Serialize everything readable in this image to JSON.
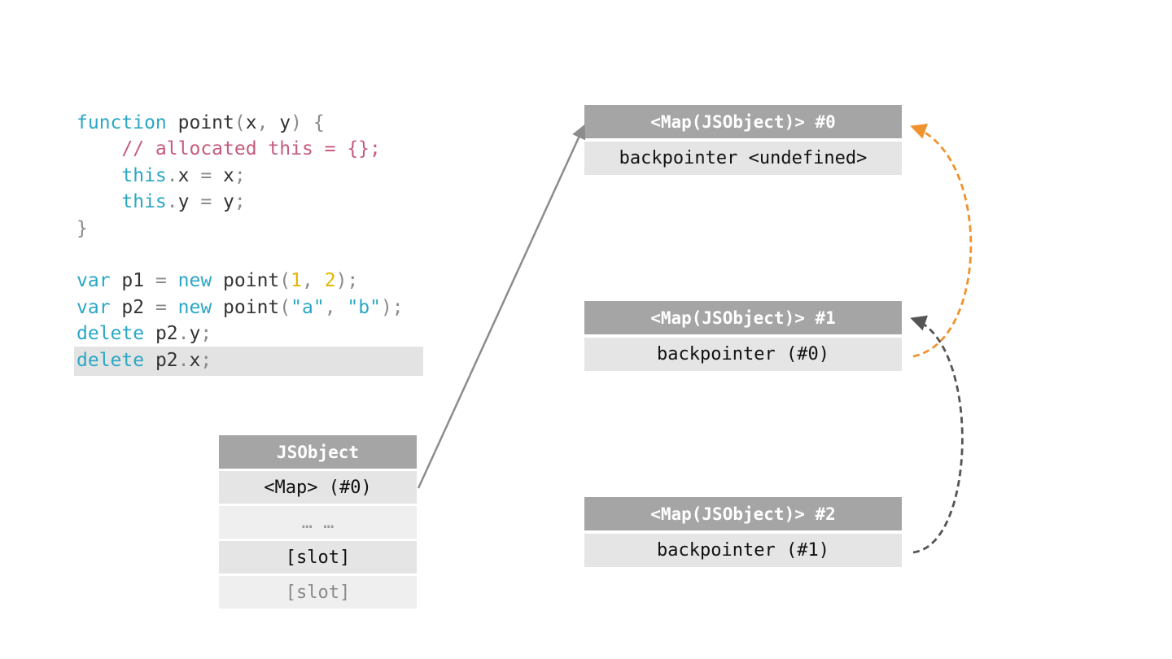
{
  "code": {
    "lines": [
      [
        {
          "t": "function",
          "c": "kw"
        },
        {
          "t": " point",
          "c": "txt"
        },
        {
          "t": "(",
          "c": "punc"
        },
        {
          "t": "x",
          "c": "txt"
        },
        {
          "t": ", ",
          "c": "punc"
        },
        {
          "t": "y",
          "c": "txt"
        },
        {
          "t": ") {",
          "c": "punc"
        }
      ],
      [
        {
          "t": "    // allocated this = {};",
          "c": "cmt"
        }
      ],
      [
        {
          "t": "    this",
          "c": "kw"
        },
        {
          "t": ".",
          "c": "punc"
        },
        {
          "t": "x",
          "c": "txt"
        },
        {
          "t": " = ",
          "c": "punc"
        },
        {
          "t": "x",
          "c": "txt"
        },
        {
          "t": ";",
          "c": "punc"
        }
      ],
      [
        {
          "t": "    this",
          "c": "kw"
        },
        {
          "t": ".",
          "c": "punc"
        },
        {
          "t": "y",
          "c": "txt"
        },
        {
          "t": " = ",
          "c": "punc"
        },
        {
          "t": "y",
          "c": "txt"
        },
        {
          "t": ";",
          "c": "punc"
        }
      ],
      [
        {
          "t": "}",
          "c": "punc"
        }
      ],
      [
        {
          "t": "",
          "c": "txt"
        }
      ],
      [
        {
          "t": "var",
          "c": "kw"
        },
        {
          "t": " p1 ",
          "c": "txt"
        },
        {
          "t": "= ",
          "c": "punc"
        },
        {
          "t": "new",
          "c": "kw"
        },
        {
          "t": " point",
          "c": "txt"
        },
        {
          "t": "(",
          "c": "punc"
        },
        {
          "t": "1",
          "c": "num"
        },
        {
          "t": ", ",
          "c": "punc"
        },
        {
          "t": "2",
          "c": "num"
        },
        {
          "t": ");",
          "c": "punc"
        }
      ],
      [
        {
          "t": "var",
          "c": "kw"
        },
        {
          "t": " p2 ",
          "c": "txt"
        },
        {
          "t": "= ",
          "c": "punc"
        },
        {
          "t": "new",
          "c": "kw"
        },
        {
          "t": " point",
          "c": "txt"
        },
        {
          "t": "(",
          "c": "punc"
        },
        {
          "t": "\"a\"",
          "c": "str"
        },
        {
          "t": ", ",
          "c": "punc"
        },
        {
          "t": "\"b\"",
          "c": "str"
        },
        {
          "t": ");",
          "c": "punc"
        }
      ],
      [
        {
          "t": "delete",
          "c": "kw"
        },
        {
          "t": " p2",
          "c": "txt"
        },
        {
          "t": ".",
          "c": "punc"
        },
        {
          "t": "y",
          "c": "txt"
        },
        {
          "t": ";",
          "c": "punc"
        }
      ],
      [
        {
          "t": "delete",
          "c": "kw"
        },
        {
          "t": " p2",
          "c": "txt"
        },
        {
          "t": ".",
          "c": "punc"
        },
        {
          "t": "x",
          "c": "txt"
        },
        {
          "t": ";",
          "c": "punc"
        }
      ]
    ]
  },
  "maps": [
    {
      "header": "<Map(JSObject)> #0",
      "row": "backpointer <undefined>"
    },
    {
      "header": "<Map(JSObject)> #1",
      "row": "backpointer (#0)"
    },
    {
      "header": "<Map(JSObject)> #2",
      "row": "backpointer (#1)"
    }
  ],
  "jsobject": {
    "header": "JSObject",
    "rows": [
      "<Map> (#0)",
      "… …",
      "[slot]",
      "[slot]"
    ]
  },
  "colors": {
    "keyword": "#2aa7c5",
    "comment": "#c65b7c",
    "number": "#e5b400",
    "header_bg": "#a5a5a5",
    "row_bg": "#e5e5e5",
    "arrow_gray": "#8c8c8c",
    "arrow_orange": "#f0922e",
    "arrow_dark": "#555555"
  }
}
